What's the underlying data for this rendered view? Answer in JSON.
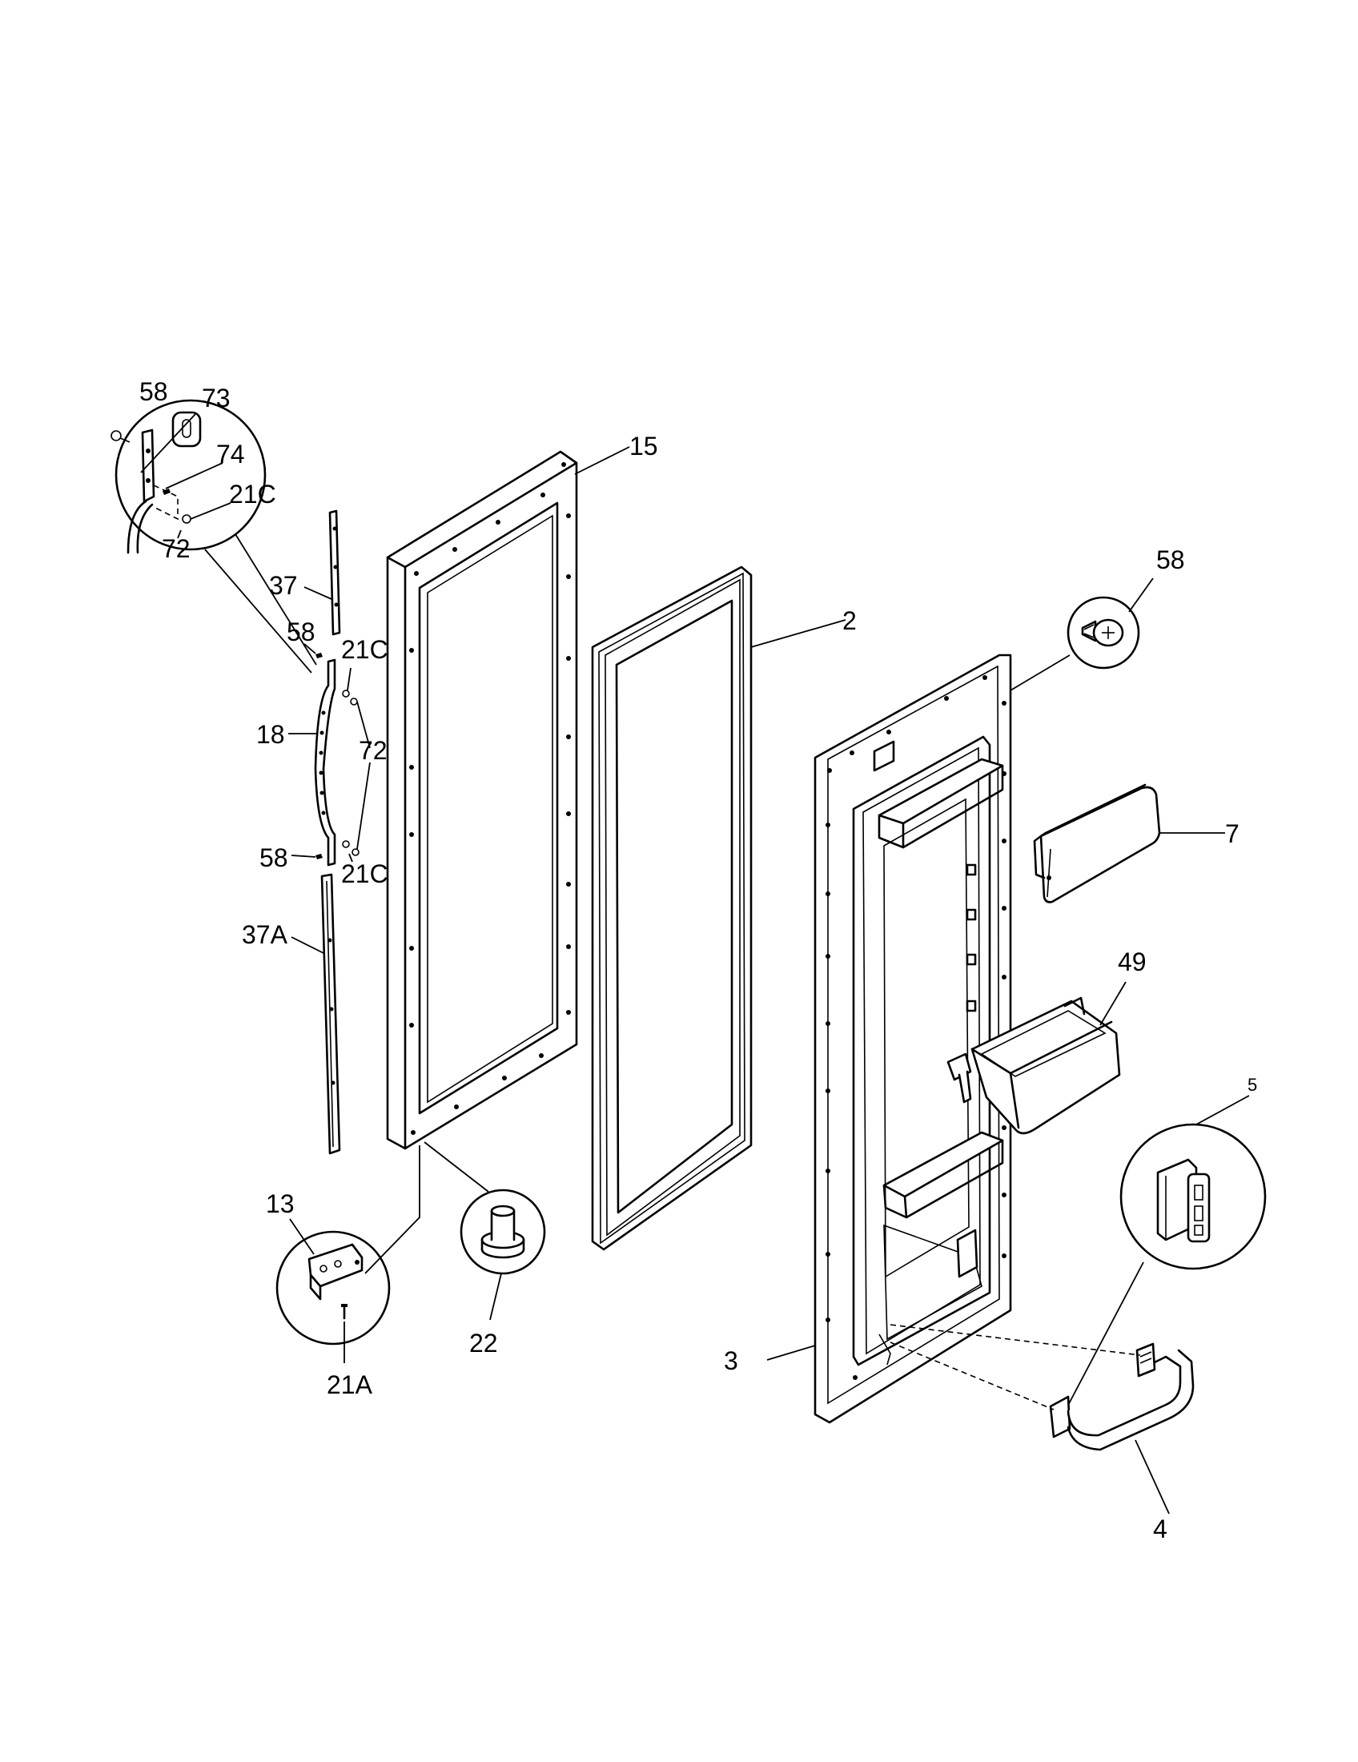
{
  "diagram": {
    "callouts": {
      "c58_inset": "58",
      "c73": "73",
      "c74": "74",
      "c21c_inset": "21C",
      "c72_inset": "72",
      "c15": "15",
      "c37": "37",
      "c58_top": "58",
      "c21c_top": "21C",
      "c18": "18",
      "c72": "72",
      "c58_bottom": "58",
      "c21c_bottom": "21C",
      "c37a": "37A",
      "c2": "2",
      "c58_screw": "58",
      "c7": "7",
      "c49": "49",
      "c5": "5",
      "c13": "13",
      "c21a": "21A",
      "c22": "22",
      "c3": "3",
      "c4": "4"
    }
  }
}
